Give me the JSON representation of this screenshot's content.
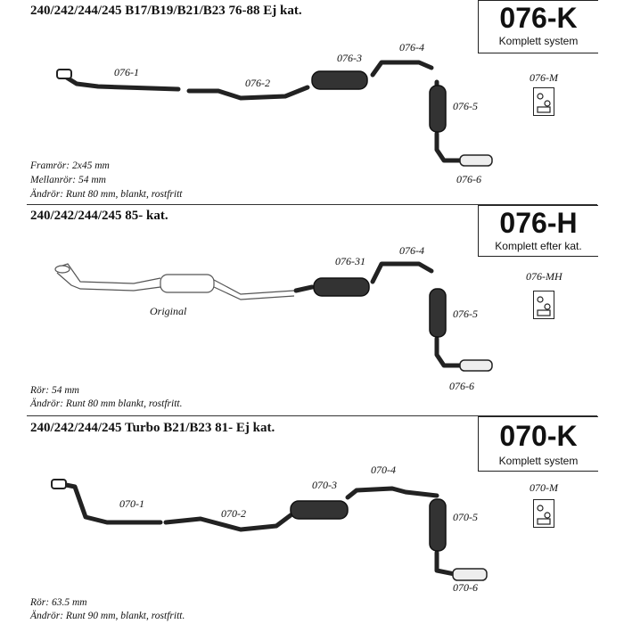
{
  "sections": [
    {
      "title": "240/242/244/245  B17/B19/B21/B23   76-88  Ej kat.",
      "code": "076-K",
      "code_sub": "Komplett system",
      "kit_label": "076-M",
      "parts": [
        "076-1",
        "076-2",
        "076-3",
        "076-4",
        "076-5",
        "076-6"
      ],
      "notes": [
        "Framrör: 2x45 mm",
        "Mellanrör: 54 mm",
        "Ändrör: Runt 80 mm, blankt, rostfritt"
      ]
    },
    {
      "title": "240/242/244/245   85-  kat.",
      "code": "076-H",
      "code_sub": "Komplett efter kat.",
      "kit_label": "076-MH",
      "original_label": "Original",
      "parts": [
        "076-31",
        "076-4",
        "076-5",
        "076-6"
      ],
      "notes": [
        "Rör: 54 mm",
        "Ändrör: Runt 80 mm blankt, rostfritt."
      ]
    },
    {
      "title": "240/242/244/245 Turbo  B21/B23  81-  Ej kat.",
      "code": "070-K",
      "code_sub": "Komplett system",
      "kit_label": "070-M",
      "parts": [
        "070-1",
        "070-2",
        "070-3",
        "070-4",
        "070-5",
        "070-6"
      ],
      "notes": [
        "Rör: 63.5 mm",
        "Ändrör: Runt 90 mm, blankt, rostfritt."
      ]
    }
  ]
}
